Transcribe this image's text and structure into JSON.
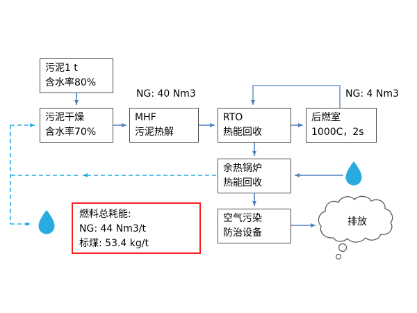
{
  "nodes": {
    "sludge_input": {
      "line1": "污泥1 t",
      "line2": "含水率80%"
    },
    "sludge_drying": {
      "line1": "污泥干燥",
      "line2": "含水率70%"
    },
    "mhf": {
      "line1": "MHF",
      "line2": "污泥热解"
    },
    "rto": {
      "line1": "RTO",
      "line2": "热能回收"
    },
    "afterburner": {
      "line1": "后燃室",
      "line2": "1000C，2s"
    },
    "boiler": {
      "line1": "余热锅炉",
      "line2": "热能回收"
    },
    "air_control": {
      "line1": "空气污染",
      "line2": "防治设备"
    }
  },
  "labels": {
    "ng_mhf": "NG: 40 Nm3",
    "ng_afterburner": "NG: 4 Nm3",
    "emission": "排放"
  },
  "fuel_box": {
    "line1": "燃料总耗能:",
    "line2": "NG: 44 Nm3/t",
    "line3": "标煤:  53.4 kg/t"
  },
  "colors": {
    "solid_arrow": "#4f81bd",
    "dashed_arrow": "#29abe2",
    "water_drop": "#29abe2",
    "fuel_border": "#fb2020",
    "box_border": "#4a4a4a"
  }
}
